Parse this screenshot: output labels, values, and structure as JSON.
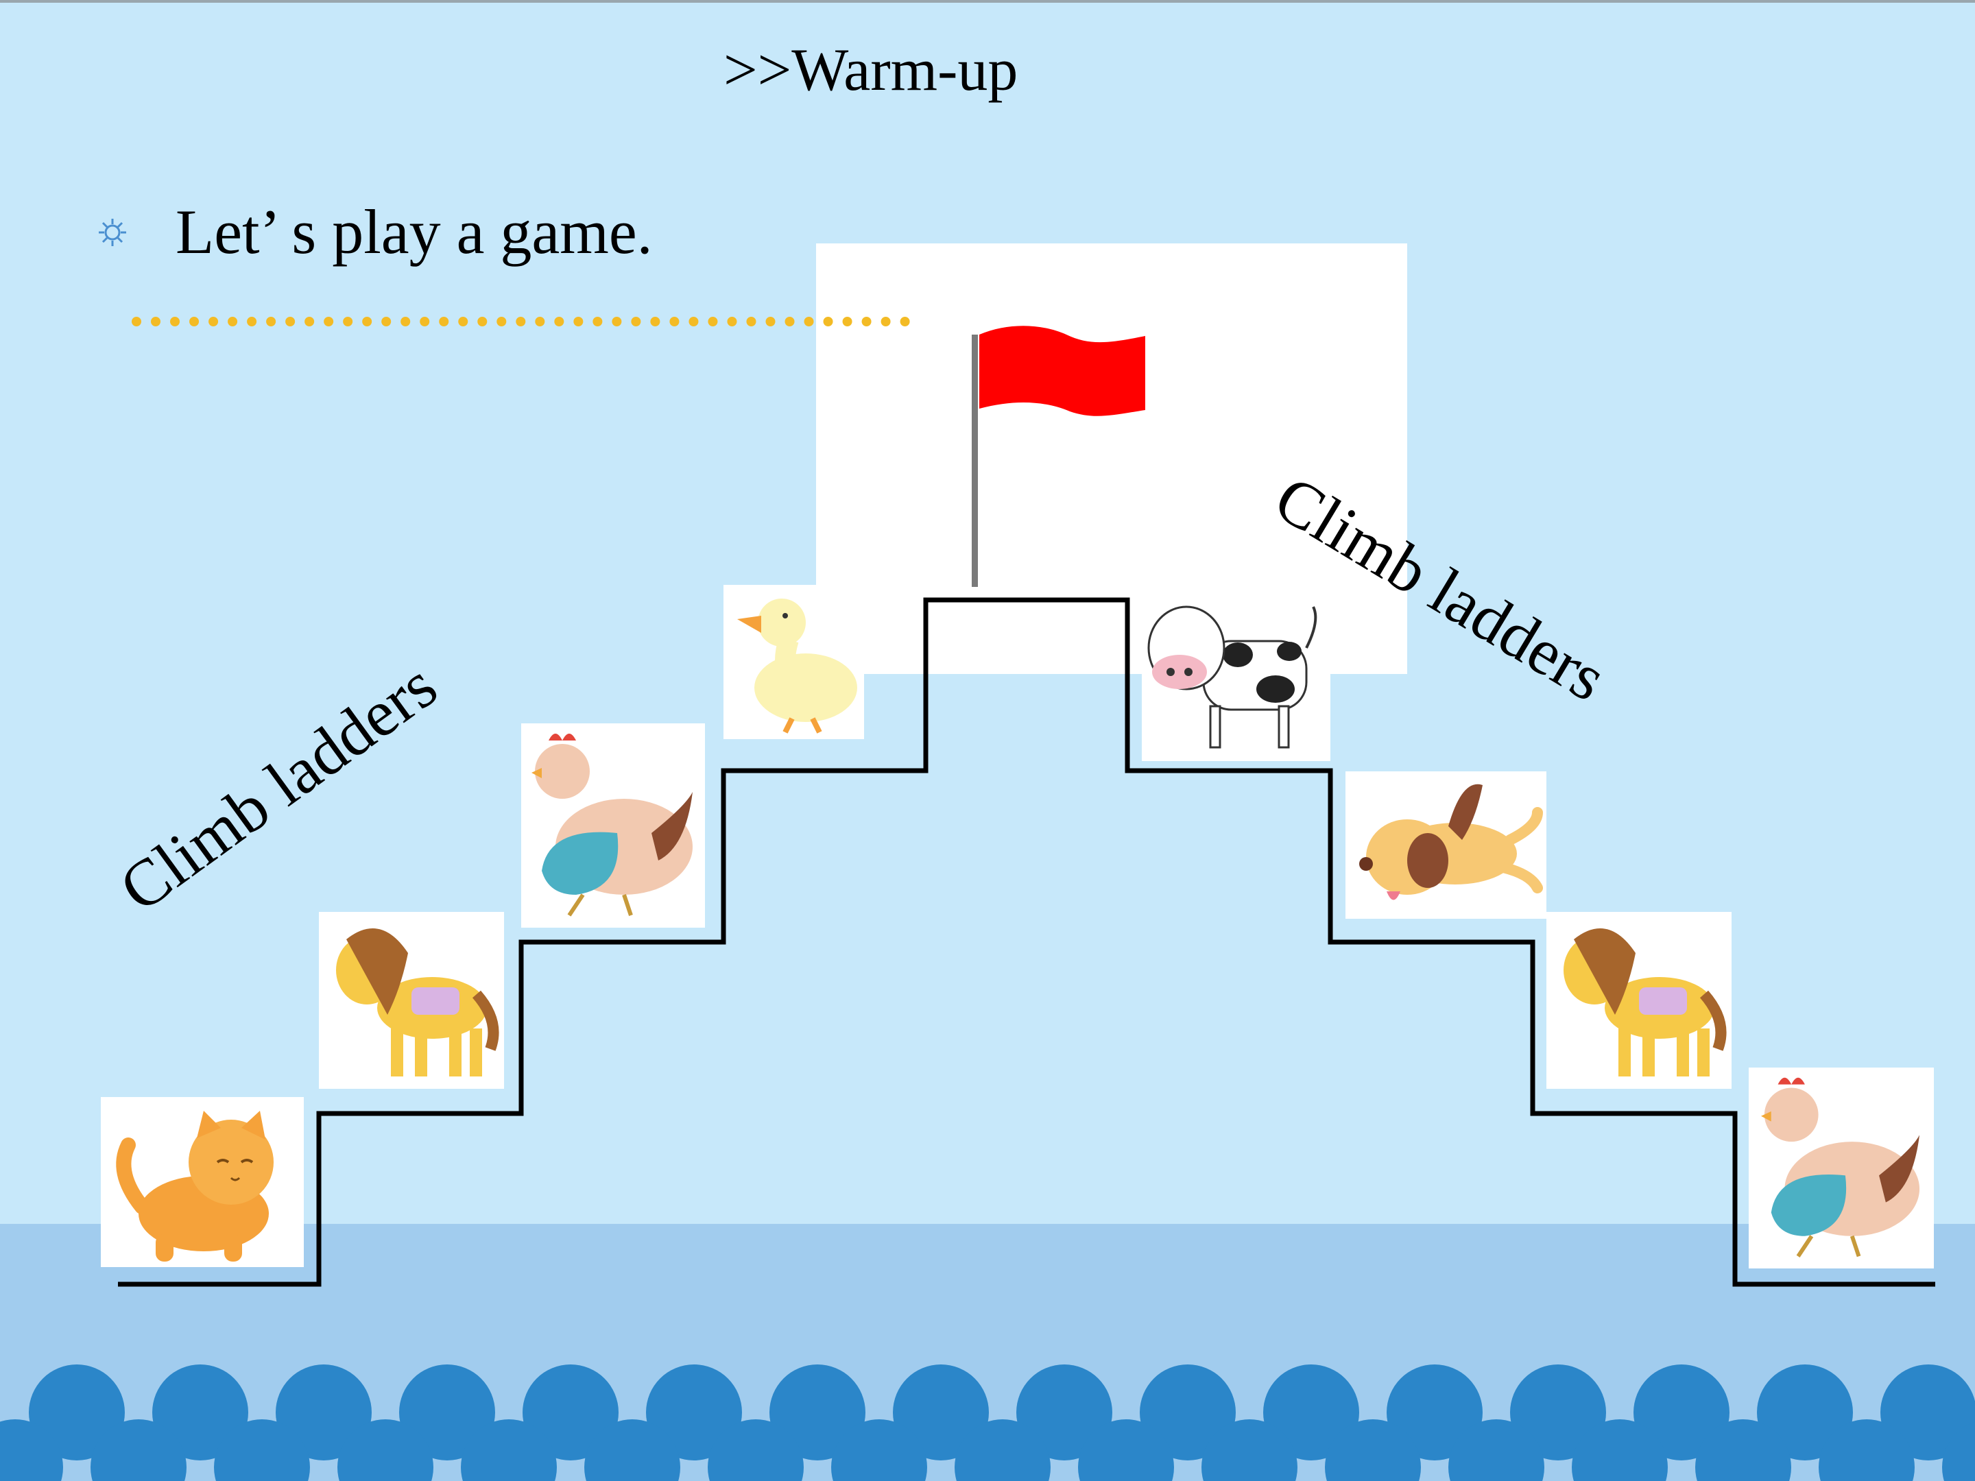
{
  "slide": {
    "title": ">>Warm-up",
    "bullet": {
      "icon": "sun-bullet-icon",
      "text": "Let’ s play a game."
    },
    "ladder_label_left": "Climb ladders",
    "ladder_label_right": "Climb ladders"
  },
  "animals_left": [
    "cat",
    "horse",
    "hen",
    "duck"
  ],
  "animals_right": [
    "cow",
    "dog",
    "horse",
    "hen"
  ],
  "goal": "flag-icon",
  "colors": {
    "background": "#c7e8fa",
    "sea_light": "#a1ccee",
    "waves": "#2b86c9",
    "flag": "#ff0000",
    "dotted_line": "#f3bb25",
    "bullet_icon": "#4a8fd0",
    "stairs": "#000000"
  }
}
